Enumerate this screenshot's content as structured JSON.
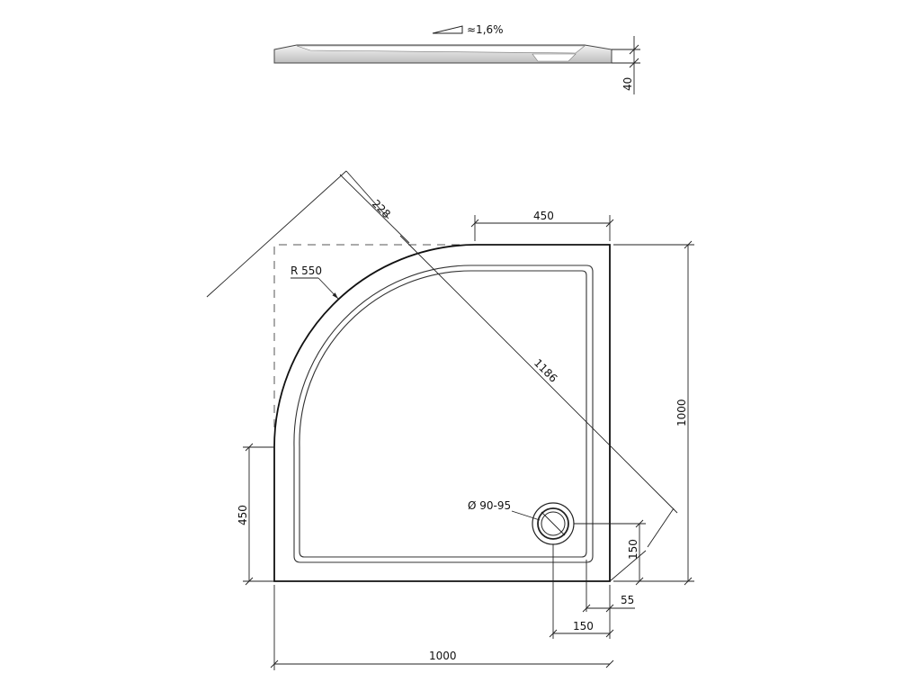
{
  "side_view": {
    "slope_label": "≈1,6%",
    "height_label": "40"
  },
  "plan_view": {
    "radius_label": "R 550",
    "offset_label": "228",
    "top_straight_label": "450",
    "diagonal_label": "1186",
    "depth_label": "1000",
    "left_straight_label": "450",
    "drain_label": "Ø 90-95",
    "drain_y_offset_label": "150",
    "drain_x_offset_label": "150",
    "rim_offset_label": "55",
    "width_label": "1000"
  }
}
